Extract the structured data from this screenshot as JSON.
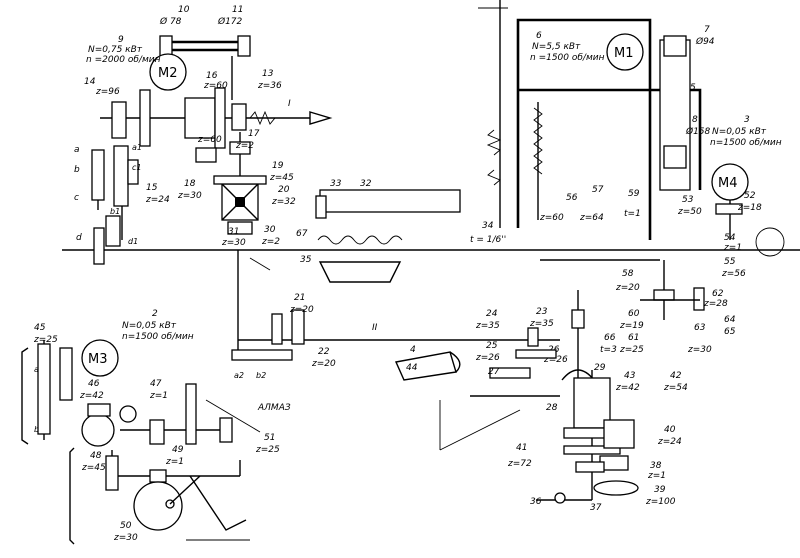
{
  "motors": [
    {
      "id": "M1",
      "num": "6",
      "power": "N=5,5 кВт",
      "speed": "n =1500 об/мин"
    },
    {
      "id": "M2",
      "num": "9",
      "power": "N=0,75 кВт",
      "speed": "n =2000 об/мин"
    },
    {
      "id": "M3",
      "num": "2",
      "power": "N=0,05 кВт",
      "speed": "n=1500 об/мин"
    },
    {
      "id": "M4",
      "num": "3",
      "power": "N=0,05 кВт",
      "speed": "n=1500 об/мин"
    }
  ],
  "labels": {
    "l10": "10",
    "d78": "Ø 78",
    "l11": "11",
    "d172": "Ø172",
    "l7": "7",
    "d94": "Ø94",
    "l8": "8",
    "d158": "Ø158",
    "l5": "5",
    "l14": "14",
    "z96": "z=96",
    "l16": "16",
    "z60a": "z=60",
    "l13": "13",
    "z36a": "z=36",
    "roman1": "I",
    "l17": "17",
    "z60b": "z=60",
    "z2a": "z=2",
    "l18": "18",
    "z30a": "z=30",
    "l19": "19",
    "z45a": "z=45",
    "l20": "20",
    "z32a": "z=32",
    "l15": "15",
    "z24a": "z=24",
    "a": "a",
    "b": "b",
    "c": "c",
    "d": "d",
    "a1": "a1",
    "b1": "b1",
    "c1": "c1",
    "d1": "d1",
    "l33": "33",
    "l32": "32",
    "l67": "67",
    "l35": "35",
    "l34": "34",
    "t16": "t = 1/6''",
    "l31": "31",
    "z30b": "z=30",
    "l30": "30",
    "z2b": "z=2",
    "l56": "56",
    "z60c": "z=60",
    "l57": "57",
    "z64": "z=64",
    "l59": "59",
    "t1": "t=1",
    "l58": "58",
    "z20a": "z=20",
    "l53": "53",
    "z50": "z=50",
    "l52": "52",
    "z18": "z=18",
    "l54": "54",
    "z1a": "z=1",
    "l55": "55",
    "z56": "z=56",
    "l62": "62",
    "z28": "z=28",
    "l60": "60",
    "z19": "z=19",
    "l61": "61",
    "z25a": "z=25",
    "l63": "63",
    "z30c": "z=30",
    "l64": "64",
    "l65": "65",
    "l21": "21",
    "z20b": "z=20",
    "l22": "22",
    "z20c": "z=20",
    "roman2": "II",
    "a2": "a2",
    "b2": "b2",
    "l24": "24",
    "z35a": "z=35",
    "l23": "23",
    "z35b": "z=35",
    "l25": "25",
    "z26a": "z=26",
    "l26": "26",
    "z26b": "z=26",
    "l66": "66",
    "t3": "t=3",
    "l4": "4",
    "l44": "44",
    "l27": "27",
    "l28": "28",
    "l29": "29",
    "l43": "43",
    "z42a": "z=42",
    "l42": "42",
    "z54": "z=54",
    "l40": "40",
    "z24b": "z=24",
    "l41": "41",
    "z72": "z=72",
    "l38": "38",
    "z1b": "z=1",
    "l39": "39",
    "z100": "z=100",
    "l36": "36",
    "l37": "37",
    "l45": "45",
    "z25b": "z=25",
    "l46": "46",
    "z42b": "z=42",
    "l47": "47",
    "z1c": "z=1",
    "a3": "a3",
    "b3": "b3",
    "almaz": "АЛМАЗ",
    "l51": "51",
    "z25c": "z=25",
    "l48": "48",
    "z45b": "z=45",
    "l49": "49",
    "z1d": "z=1",
    "l50": "50",
    "z30d": "z=30"
  }
}
